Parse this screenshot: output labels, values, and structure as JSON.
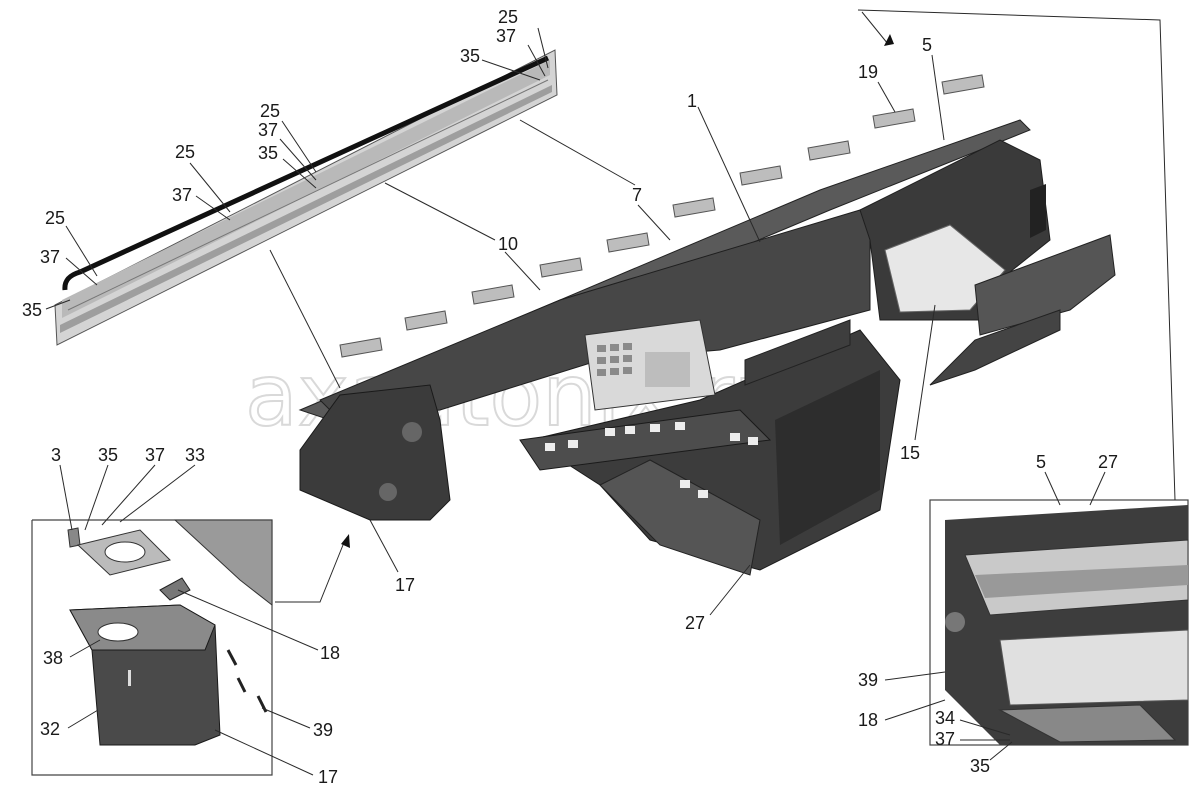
{
  "watermark": "axautonix.ru",
  "labels": {
    "top_strip": [
      "25",
      "37",
      "35",
      "25",
      "37",
      "35",
      "25",
      "37",
      "25",
      "37",
      "35"
    ],
    "main": [
      "1",
      "5",
      "19",
      "7",
      "10",
      "15",
      "17",
      "27"
    ],
    "detail_left": [
      "3",
      "35",
      "37",
      "33",
      "38",
      "32",
      "18",
      "39",
      "17"
    ],
    "detail_right": [
      "5",
      "27",
      "39",
      "18",
      "34",
      "37",
      "35"
    ]
  },
  "colors": {
    "panel": "#3f3f3f",
    "panel_dark": "#2a2a2a",
    "panel_light": "#6e6e6e",
    "metal": "#cfcfcf",
    "ink": "#1a1a1a"
  }
}
